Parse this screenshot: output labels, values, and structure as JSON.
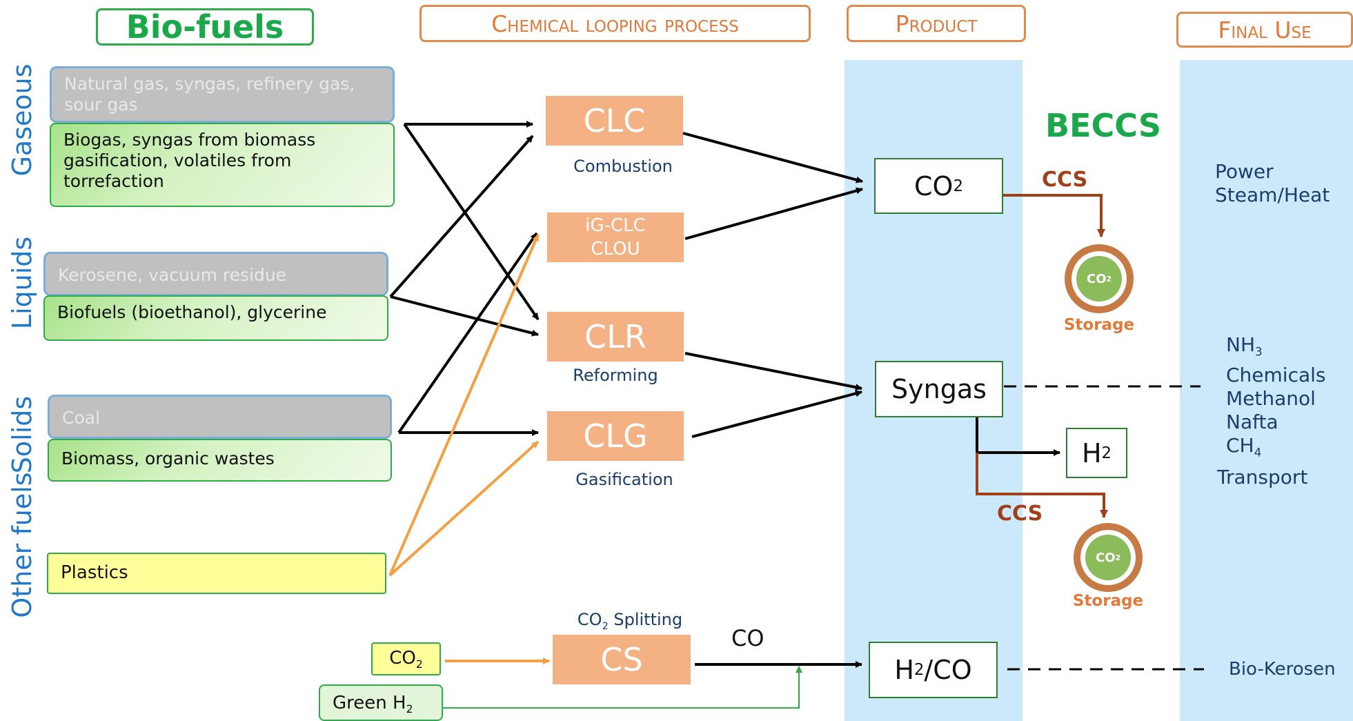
{
  "headers": {
    "biofuels": "Bio-fuels",
    "process": "Chemical looping process",
    "product": "Product",
    "final_use": "Final Use"
  },
  "categories": {
    "gaseous": "Gaseous",
    "liquids": "Liquids",
    "solids": "Solids",
    "other": "Other fuels"
  },
  "fuels": {
    "gaseous_fossil": "Natural gas, syngas, refinery gas, sour gas",
    "gaseous_bio": "Biogas, syngas from biomass gasification, volatiles from torrefaction",
    "liquids_fossil": "Kerosene, vacuum residue",
    "liquids_bio": "Biofuels (bioethanol), glycerine",
    "solids_fossil": "Coal",
    "solids_bio": "Biomass, organic wastes",
    "plastics": "Plastics",
    "co2_feed": "CO",
    "co2_feed_sub": "2",
    "green_h2": "Green H",
    "green_h2_sub": "2"
  },
  "processes": {
    "clc": "CLC",
    "clc_sub": "Combustion",
    "igclc_1": "iG-CLC",
    "igclc_2": "CLOU",
    "clr": "CLR",
    "clr_sub": "Reforming",
    "clg": "CLG",
    "clg_sub": "Gasification",
    "cs": "CS",
    "cs_label": "CO",
    "cs_label_sub": "2",
    "cs_label_tail": " Splitting",
    "co": "CO"
  },
  "products": {
    "co2": "CO",
    "co2_sub": "2",
    "syngas": "Syngas",
    "h2": "H",
    "h2_sub": "2",
    "h2co_a": "H",
    "h2co_sub": "2",
    "h2co_b": "/CO",
    "beccs": "BECCS",
    "ccs_1": "CCS",
    "ccs_2": "CCS",
    "storage_1": "Storage",
    "storage_2": "Storage",
    "storage_icon": "CO",
    "storage_icon_sub": "2"
  },
  "final_use": {
    "power": "Power",
    "steam": "Steam/Heat",
    "nh3": "NH",
    "nh3_sub": "3",
    "chemicals": "Chemicals",
    "methanol": "Methanol",
    "nafta": "Nafta",
    "ch4": "CH",
    "ch4_sub": "4",
    "transport": "Transport",
    "biokerosen": "Bio-Kerosen"
  },
  "colors": {
    "orange_header": "#e07a3a",
    "green_header": "#1aa84a",
    "process_box": "#f4b183",
    "blue_band": "#cce9fb",
    "ccs_brown": "#a0401a",
    "orange_arrow": "#f5a040",
    "green_arrow": "#2eaa4a"
  }
}
